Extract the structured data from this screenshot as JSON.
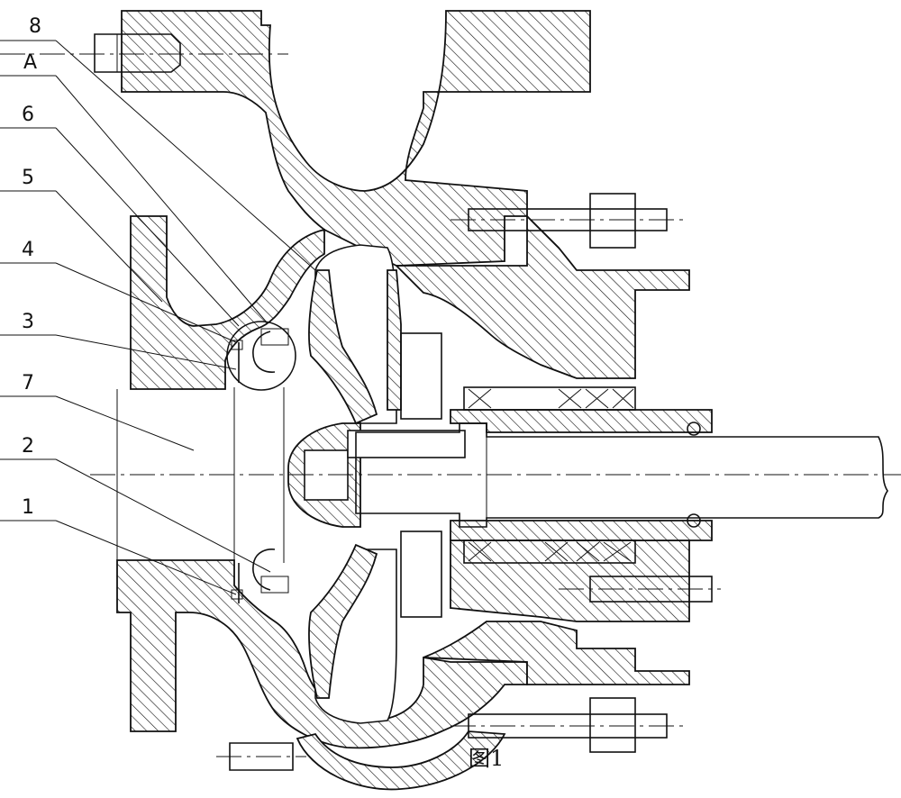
{
  "labels": [
    {
      "id": "8",
      "text": "8"
    },
    {
      "id": "A",
      "text": "A"
    },
    {
      "id": "6",
      "text": "6"
    },
    {
      "id": "5",
      "text": "5"
    },
    {
      "id": "4",
      "text": "4"
    },
    {
      "id": "3",
      "text": "3"
    },
    {
      "id": "7",
      "text": "7"
    },
    {
      "id": "2",
      "text": "2"
    },
    {
      "id": "1",
      "text": "1"
    }
  ],
  "caption": "图1"
}
